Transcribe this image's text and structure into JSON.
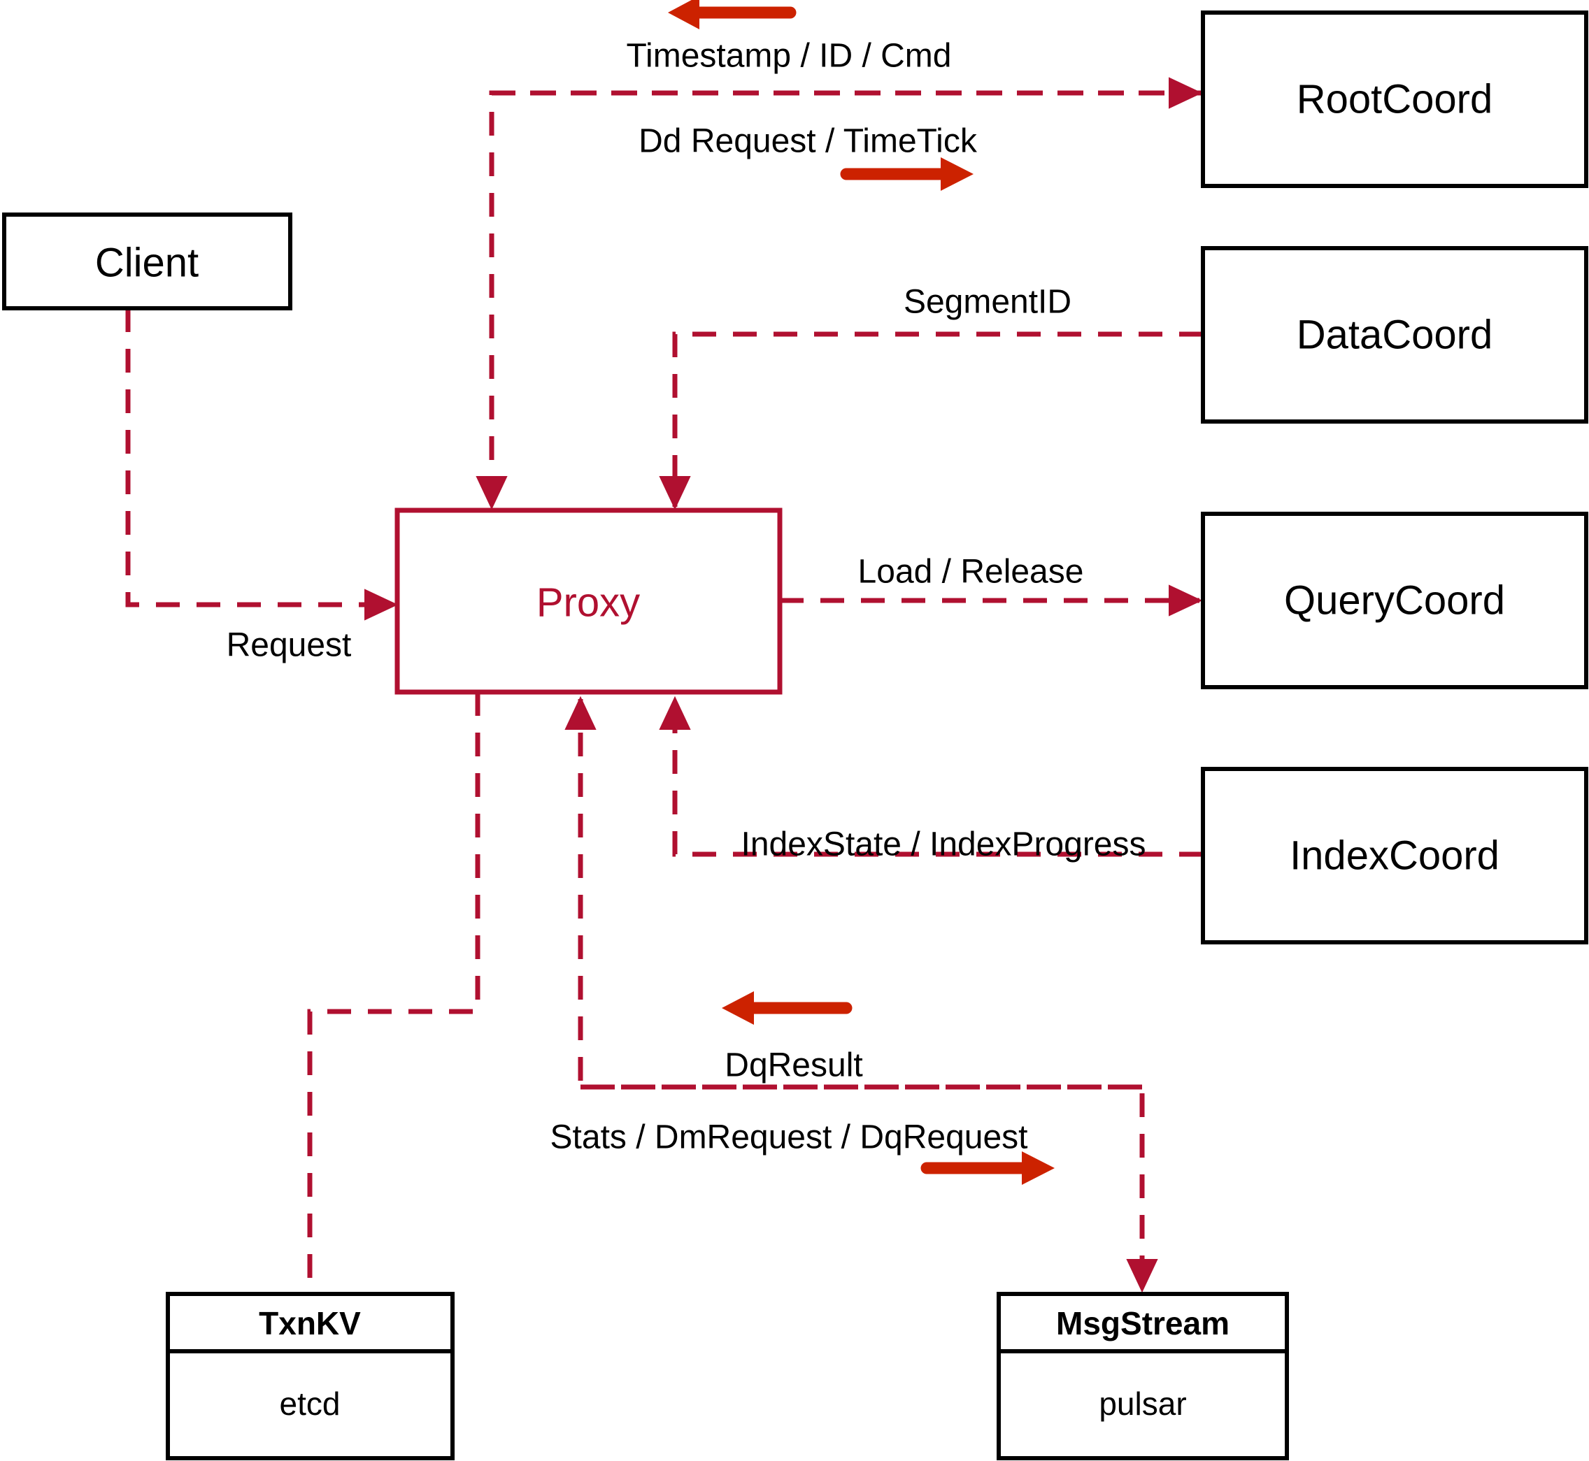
{
  "diagram": {
    "title": "Proxy architecture flow",
    "colors": {
      "accent": "#B01030",
      "legend_arrow": "#CC2200",
      "box_stroke": "#000000",
      "background": "#ffffff"
    },
    "nodes": {
      "client": {
        "label": "Client"
      },
      "proxy": {
        "label": "Proxy"
      },
      "root_coord": {
        "label": "RootCoord"
      },
      "data_coord": {
        "label": "DataCoord"
      },
      "query_coord": {
        "label": "QueryCoord"
      },
      "index_coord": {
        "label": "IndexCoord"
      },
      "txn_kv": {
        "title": "TxnKV",
        "body": "etcd"
      },
      "msg_stream": {
        "title": "MsgStream",
        "body": "pulsar"
      }
    },
    "edges": [
      {
        "id": "client-to-proxy",
        "label": "Request",
        "from": "client",
        "to": "proxy"
      },
      {
        "id": "rootcoord-to-proxy",
        "label": "Timestamp / ID / Cmd",
        "from": "root_coord",
        "to": "proxy"
      },
      {
        "id": "proxy-to-rootcoord",
        "label": "Dd Request / TimeTick",
        "from": "proxy",
        "to": "root_coord"
      },
      {
        "id": "datacoord-to-proxy",
        "label": "SegmentID",
        "from": "data_coord",
        "to": "proxy"
      },
      {
        "id": "proxy-to-querycoord",
        "label": "Load / Release",
        "from": "proxy",
        "to": "query_coord"
      },
      {
        "id": "indexcoord-to-proxy",
        "label": "IndexState / IndexProgress",
        "from": "index_coord",
        "to": "proxy"
      },
      {
        "id": "msgstream-to-proxy",
        "label": "DqResult",
        "from": "msg_stream",
        "to": "proxy"
      },
      {
        "id": "proxy-to-msgstream",
        "label": "Stats / DmRequest / DqRequest",
        "from": "proxy",
        "to": "msg_stream"
      }
    ],
    "legend_arrows": [
      {
        "id": "timestamp-direction-arrow",
        "direction": "left",
        "for_edge": "rootcoord-to-proxy"
      },
      {
        "id": "ddrequest-direction-arrow",
        "direction": "right",
        "for_edge": "proxy-to-rootcoord"
      },
      {
        "id": "dqresult-direction-arrow",
        "direction": "left",
        "for_edge": "msgstream-to-proxy"
      },
      {
        "id": "dqrequest-direction-arrow",
        "direction": "right",
        "for_edge": "proxy-to-msgstream"
      }
    ]
  }
}
